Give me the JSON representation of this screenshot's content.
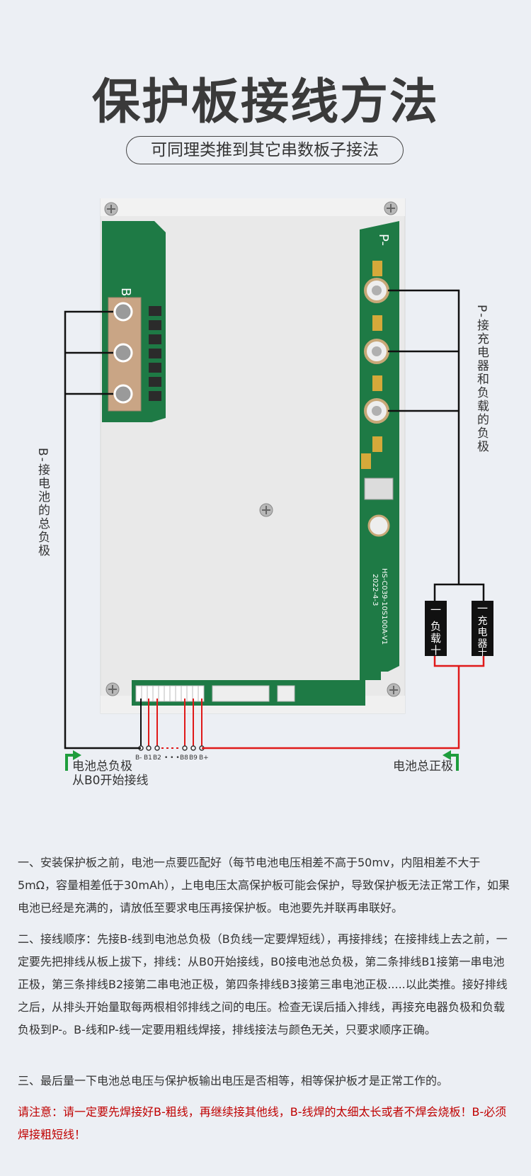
{
  "title": "保护板接线方法",
  "subtitle": "可同理类推到其它串数板子接法",
  "board": {
    "left_pad_label": "B-",
    "right_pad_label": "P-",
    "model": "HS-C039-10S100A-V1",
    "date": "2022-4-3",
    "connector_labels": [
      "B-",
      "B1",
      "B2",
      "• • •",
      "B8",
      "B9",
      "B+"
    ]
  },
  "labels": {
    "b_minus": "B-接电池的总负极",
    "p_minus": "P-接充电器和负载的负极",
    "load_box": {
      "minus": "一",
      "text": "负载",
      "plus": "十"
    },
    "charger_box": {
      "minus": "一",
      "text": "充电器",
      "plus": "十"
    },
    "battery_neg_line1": "电池总负极",
    "battery_neg_line2": "从B0开始接线",
    "battery_pos": "电池总正极"
  },
  "colors": {
    "pcb": "#1e7a45",
    "wire_negative": "#111111",
    "wire_positive": "#e01919",
    "note": "#c00000"
  },
  "instructions": {
    "p1": "一、安装保护板之前，电池一点要匹配好（每节电池电压相差不高于50mv，内阻相差不大于5mΩ，容量相差低于30mAh），上电电压太高保护板可能会保护，导致保护板无法正常工作，如果电池已经是充满的，请放低至要求电压再接保护板。电池要先并联再串联好。",
    "p2": "二、接线顺序：先接B-线到电池总负极（B负线一定要焊短线），再接排线；在接排线上去之前，一定要先把排线从板上拔下，排线：从B0开始接线，B0接电池总负极，第二条排线B1接第一串电池正极，第三条排线B2接第二串电池正极，第四条排线B3接第三串电池正极.....以此类推。接好排线之后，从排头开始量取每两根相邻排线之间的电压。检查无误后插入排线，再接充电器负极和负载负极到P-。B-线和P-线一定要用粗线焊接，排线接法与颜色无关，只要求顺序正确。",
    "p3": "三、最后量一下电池总电压与保护板输出电压是否相等，相等保护板才是正常工作的。",
    "note": "请注意：请一定要先焊接好B-粗线，再继续接其他线，B-线焊的太细太长或者不焊会烧板！B-必须焊接粗短线！"
  }
}
